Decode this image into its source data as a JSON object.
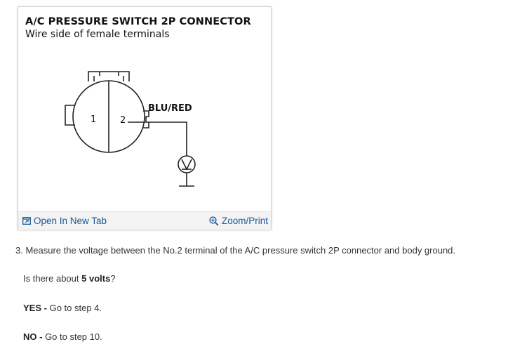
{
  "figure": {
    "title": "A/C PRESSURE SWITCH 2P CONNECTOR",
    "subtitle": "Wire side of female terminals",
    "terminal_1": "1",
    "terminal_2": "2",
    "wire_label": "BLU/RED",
    "meter_symbol": "V"
  },
  "toolbar": {
    "open_new_tab_label": "Open In New Tab",
    "zoom_print_label": "Zoom/Print"
  },
  "content": {
    "step_text": "3. Measure the voltage between the No.2 terminal of the A/C pressure switch 2P connector and body ground.",
    "question_prefix": "Is there about ",
    "question_bold": "5 volts",
    "question_suffix": "?",
    "yes_label": "YES - ",
    "yes_text": "Go to step 4.",
    "no_label": "NO - ",
    "no_text": "Go to step 10."
  },
  "colors": {
    "link": "#1a5a9a",
    "text": "#333333",
    "toolbar_bg": "#f3f3f3"
  }
}
